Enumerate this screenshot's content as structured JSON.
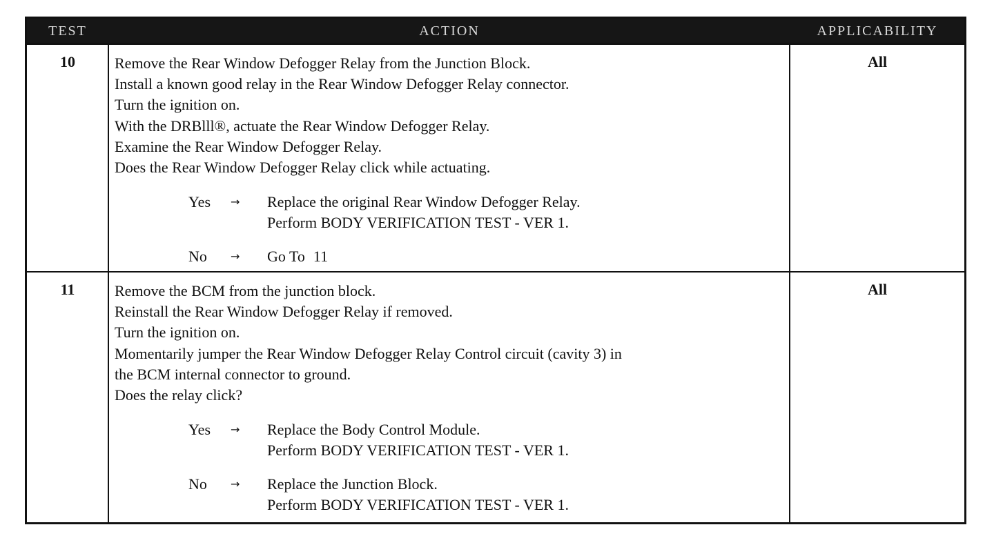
{
  "header": {
    "test": "TEST",
    "action": "ACTION",
    "applicability": "APPLICABILITY"
  },
  "arrow": "→",
  "rows": [
    {
      "test": "10",
      "applicability": "All",
      "steps": [
        "Remove the Rear Window Defogger Relay from the Junction Block.",
        "Install a known good relay in the Rear Window Defogger Relay connector.",
        "Turn the ignition on.",
        "With the DRBlll®, actuate the Rear Window Defogger Relay.",
        "Examine the Rear Window Defogger Relay.",
        "Does the Rear Window Defogger Relay click while actuating."
      ],
      "outcomes": [
        {
          "label": "Yes",
          "lines": [
            "Replace the original Rear Window Defogger Relay.",
            "Perform BODY VERIFICATION TEST - VER 1."
          ]
        },
        {
          "label": "No",
          "goto_text": "Go To",
          "goto_num": "11"
        }
      ]
    },
    {
      "test": "11",
      "applicability": "All",
      "steps": [
        "Remove the BCM from the junction block.",
        "Reinstall the Rear Window Defogger Relay if removed.",
        "Turn the ignition on.",
        "Momentarily jumper the Rear Window Defogger Relay Control circuit (cavity 3) in",
        "the BCM internal connector to ground.",
        "Does the relay click?"
      ],
      "outcomes": [
        {
          "label": "Yes",
          "lines": [
            "Replace the Body Control Module.",
            "Perform BODY VERIFICATION TEST - VER 1."
          ]
        },
        {
          "label": "No",
          "lines": [
            "Replace the Junction Block.",
            "Perform BODY VERIFICATION TEST - VER 1."
          ]
        }
      ]
    }
  ]
}
